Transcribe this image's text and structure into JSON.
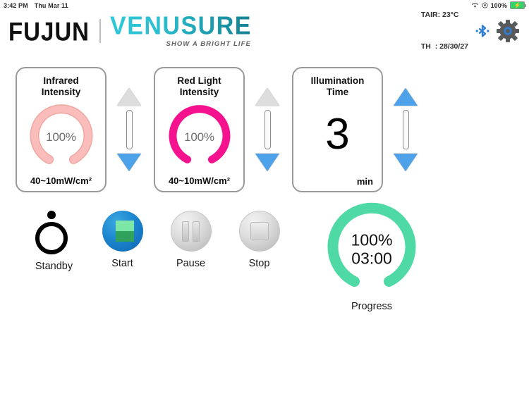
{
  "statusbar": {
    "time": "3:42 PM",
    "date": "Thu Mar 11",
    "wifi_icon": "wifi-icon",
    "location_icon": "location-icon",
    "battery_percent": "100%",
    "battery_icon": "battery-charging-icon"
  },
  "header": {
    "brand_primary": "FUJUN",
    "brand_secondary": "VENUSURE",
    "tagline": "SHOW A BRIGHT LIFE",
    "tair_label": "TAIR: 23°C",
    "th_label": "TH  : 28/30/27",
    "bluetooth_icon": "bluetooth-icon",
    "settings_icon": "gear-icon",
    "accent_teal": "#2bbfd0",
    "accent_blue": "#2f7fd6"
  },
  "panels": [
    {
      "title": "Infrared\nIntensity",
      "gauge_value": "100%",
      "gauge_percent": 100,
      "gauge_color": "#f9b4b4",
      "gauge_stroke": "#f0a79f",
      "footer": "40~10mW/cm²",
      "stepper": {
        "up_enabled": false,
        "down_enabled": true
      }
    },
    {
      "title": "Red Light\nIntensity",
      "gauge_value": "100%",
      "gauge_percent": 100,
      "gauge_color": "#f4128f",
      "gauge_stroke": "#f4128f",
      "footer": "40~10mW/cm²",
      "stepper": {
        "up_enabled": false,
        "down_enabled": true
      }
    }
  ],
  "time_panel": {
    "title": "Illumination\nTime",
    "value": "3",
    "unit": "min",
    "stepper": {
      "up_enabled": true,
      "down_enabled": true
    }
  },
  "controls": [
    {
      "label": "Standby",
      "icon": "power-standby-icon",
      "state": "active"
    },
    {
      "label": "Start",
      "icon": "play-icon",
      "state": "enabled"
    },
    {
      "label": "Pause",
      "icon": "pause-icon",
      "state": "disabled"
    },
    {
      "label": "Stop",
      "icon": "stop-icon",
      "state": "disabled"
    }
  ],
  "progress": {
    "percent_text": "100%",
    "time_text": "03:00",
    "label": "Progress",
    "percent": 100,
    "color": "#4fd9a5"
  }
}
